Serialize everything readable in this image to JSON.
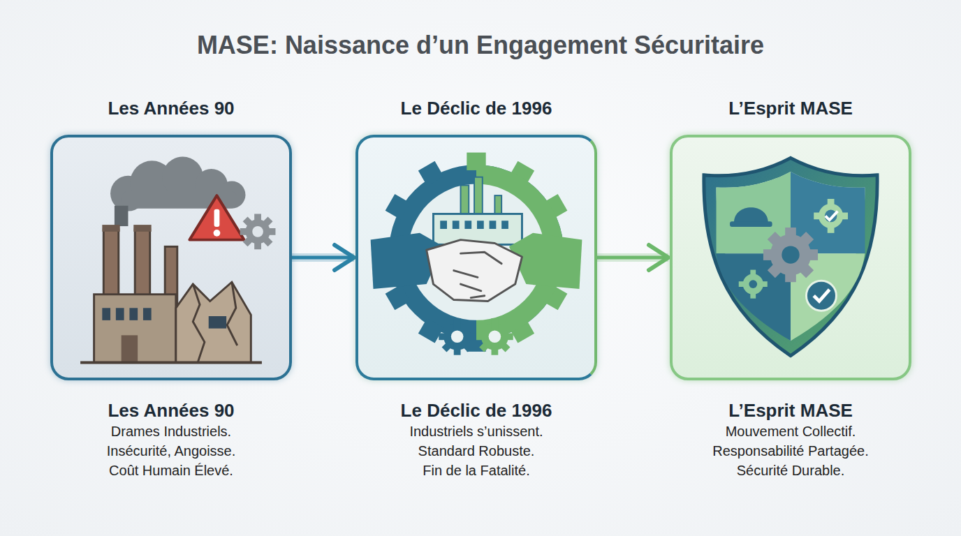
{
  "diagram": {
    "title": "MASE: Naissance d’un Engagement Sécuritaire",
    "nodes": [
      {
        "text": [
          "Les Années 90",
          "Les Années 90",
          "Drames Industriels.",
          "Insécurité, Angoisse.",
          "Coût Humain Élevé."
        ]
      },
      {
        "text": [
          "Le Déclic de 1996",
          "Le Déclic de 1996",
          "Industriels s’unissent.",
          "Standard Robuste.",
          "Fin de la Fatalité."
        ]
      },
      {
        "text": [
          "L’Esprit MASE",
          "L’Esprit MASE",
          "Mouvement Collectif.",
          "Responsabilité Partagée.",
          "Sécurité Durable."
        ]
      }
    ],
    "edges": [
      {
        "from": 0,
        "to": 1,
        "arrow": "to"
      },
      {
        "from": 1,
        "to": 2,
        "arrow": "to"
      }
    ]
  }
}
